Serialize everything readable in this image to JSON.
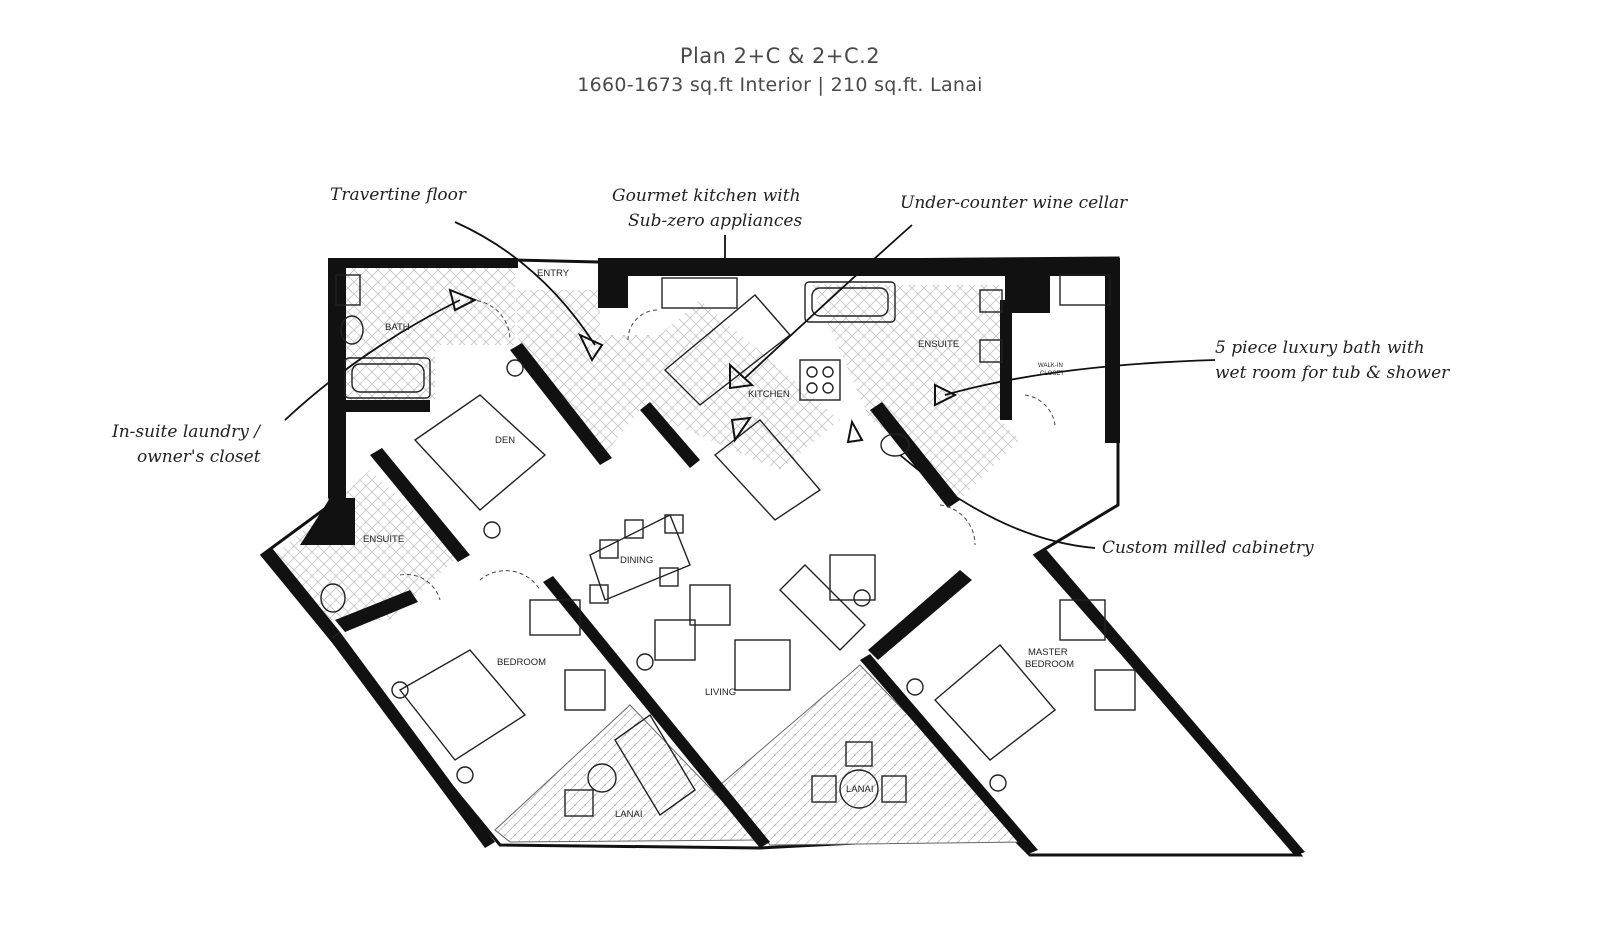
{
  "header": {
    "title": "Plan 2+C & 2+C.2",
    "subtitle": "1660-1673 sq.ft Interior  |  210 sq.ft. Lanai"
  },
  "annotations": {
    "travertine": "Travertine floor",
    "kitchen_line1": "Gourmet kitchen with",
    "kitchen_line2": "Sub-zero appliances",
    "wine": "Under-counter wine cellar",
    "bath_line1": "5 piece luxury bath with",
    "bath_line2": "wet room for tub & shower",
    "laundry_line1": "In-suite laundry /",
    "laundry_line2": "owner's closet",
    "cabinetry": "Custom milled cabinetry"
  },
  "rooms": {
    "entry": "ENTRY",
    "bath": "BATH",
    "den": "DEN",
    "kitchen": "KITCHEN",
    "ensuite_master": "ENSUITE",
    "walkin_line1": "WALK-IN",
    "walkin_line2": "CLOSET",
    "ensuite_left": "ENSUITE",
    "dining": "DINING",
    "bedroom": "BEDROOM",
    "living": "LIVING",
    "master_line1": "MASTER",
    "master_line2": "BEDROOM",
    "lanai_left": "LANAI",
    "lanai_center": "LANAI"
  },
  "colors": {
    "wall": "#111111",
    "tile": "#bdbdbd",
    "text": "#222222"
  }
}
